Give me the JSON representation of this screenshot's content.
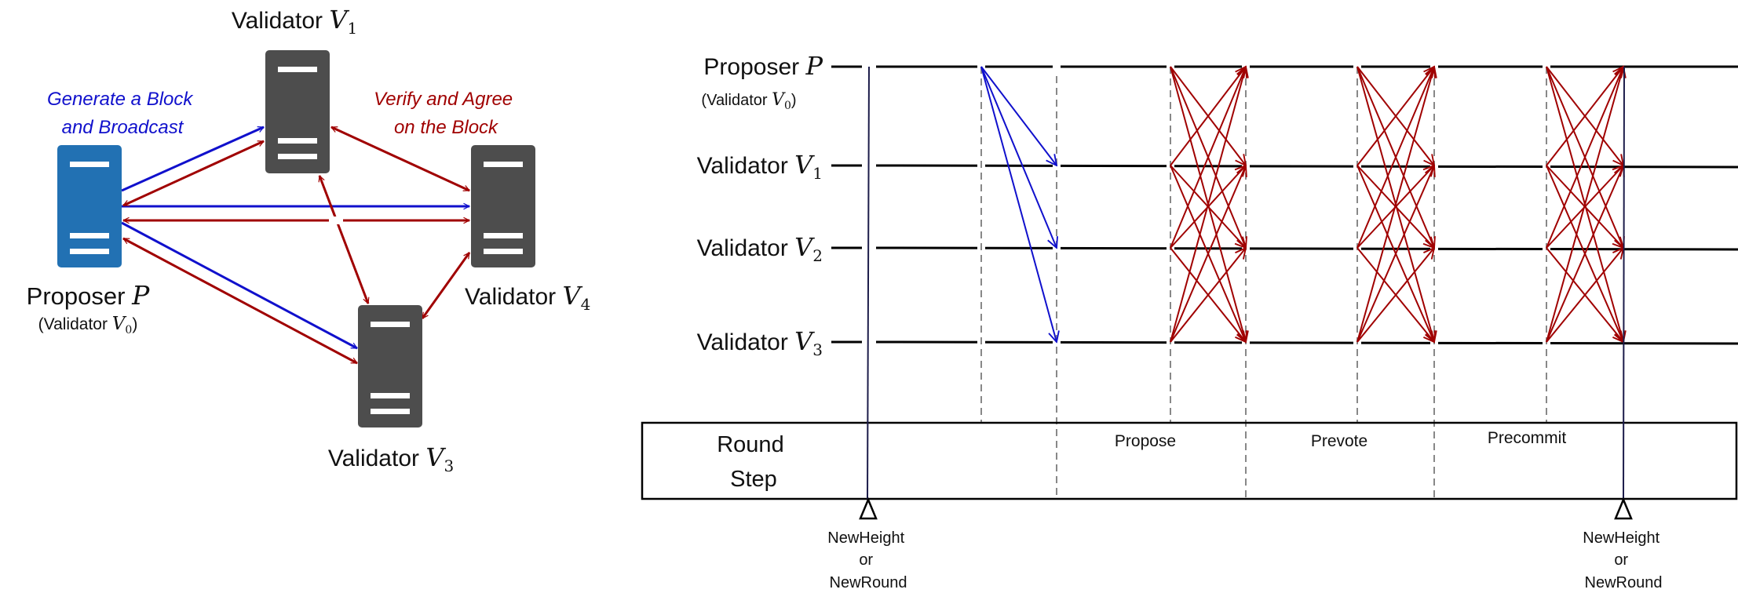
{
  "colors": {
    "broadcast_blue": "#1010cc",
    "agree_red": "#a00000",
    "proposer_server": "#2271b3",
    "validator_server": "#4d4d4d",
    "timeline_navy": "#1c1c4a",
    "dashed_gray": "#888888"
  },
  "network": {
    "proposer": {
      "name": "Proposer",
      "symbol": "P",
      "alias_prefix": "(Validator ",
      "alias_symbol": "V",
      "alias_sub": "0",
      "alias_suffix": ")"
    },
    "validators": [
      {
        "name": "Validator ",
        "symbol": "V",
        "sub": "1"
      },
      {
        "name": "Validator ",
        "symbol": "V",
        "sub": "4"
      },
      {
        "name": "Validator ",
        "symbol": "V",
        "sub": "3"
      }
    ],
    "broadcast_label": [
      "Generate a Block",
      "and Broadcast"
    ],
    "agree_label": [
      "Verify and Agree",
      "on the Block"
    ]
  },
  "timeline": {
    "rows": [
      {
        "name": "Proposer ",
        "symbol": "P",
        "alias_prefix": "(Validator ",
        "alias_symbol": "V",
        "alias_sub": "0",
        "alias_suffix": ")"
      },
      {
        "name": "Validator ",
        "symbol": "V",
        "sub": "1"
      },
      {
        "name": "Validator ",
        "symbol": "V",
        "sub": "2"
      },
      {
        "name": "Validator ",
        "symbol": "V",
        "sub": "3"
      }
    ],
    "round_step_label": [
      "Round",
      "Step"
    ],
    "steps": [
      "Propose",
      "Prevote",
      "Precommit"
    ],
    "markers": [
      {
        "lines": [
          "NewHeight",
          "or",
          "NewRound"
        ]
      },
      {
        "lines": [
          "NewHeight",
          "or",
          "NewRound"
        ]
      }
    ]
  }
}
